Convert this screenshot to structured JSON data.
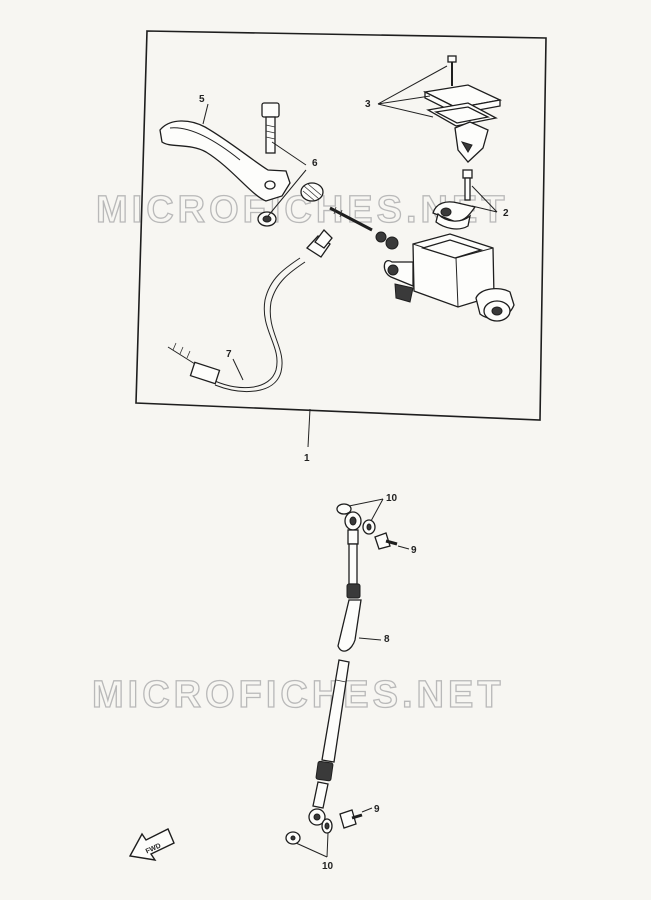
{
  "watermark": {
    "text": "MICROFICHES.NET",
    "color": "#b9b9b9"
  },
  "callouts": {
    "c1": "1",
    "c2": "2",
    "c3": "3",
    "c5": "5",
    "c6": "6",
    "c7": "7",
    "c8": "8",
    "c9_top": "9",
    "c9_bottom": "9",
    "c10_top": "10",
    "c10_bottom": "10"
  },
  "direction_indicator": {
    "label": "FWD"
  }
}
